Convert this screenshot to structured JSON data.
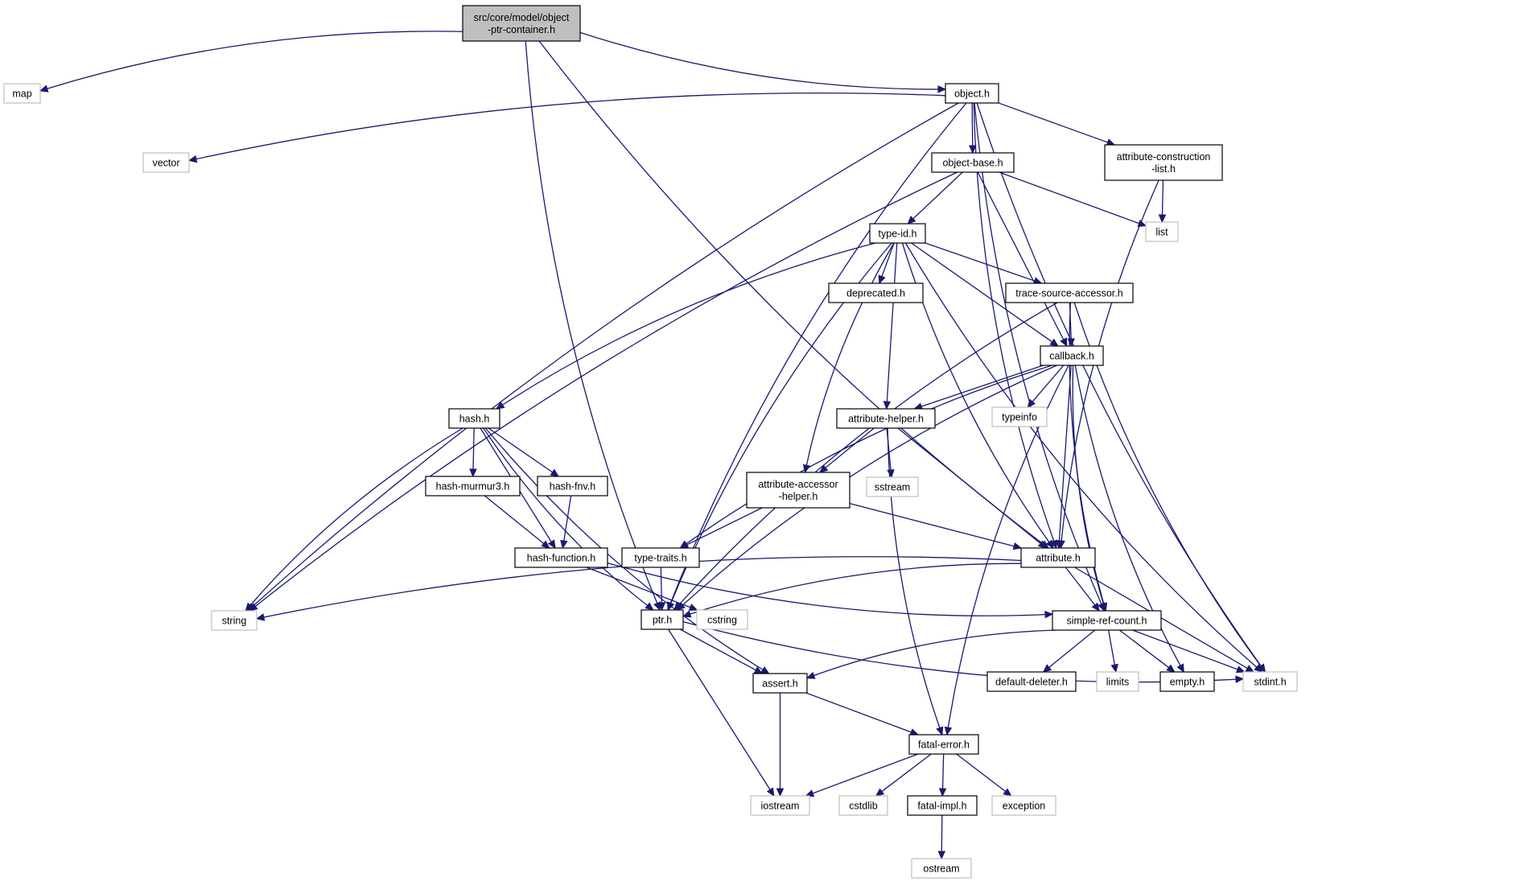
{
  "graph": {
    "colors": {
      "edge": "#191970",
      "root_fill": "#bfbfbf",
      "local_border": "#000000",
      "system_border": "#bfbfbf"
    },
    "nodes": [
      {
        "id": "root",
        "lines": [
          "src/core/model/object",
          "-ptr-container.h"
        ],
        "kind": "root"
      },
      {
        "id": "map",
        "lines": [
          "map"
        ],
        "kind": "system"
      },
      {
        "id": "object",
        "lines": [
          "object.h"
        ],
        "kind": "local"
      },
      {
        "id": "vector",
        "lines": [
          "vector"
        ],
        "kind": "system"
      },
      {
        "id": "object-base",
        "lines": [
          "object-base.h"
        ],
        "kind": "local"
      },
      {
        "id": "attr-constr",
        "lines": [
          "attribute-construction",
          "-list.h"
        ],
        "kind": "local"
      },
      {
        "id": "type-id",
        "lines": [
          "type-id.h"
        ],
        "kind": "local"
      },
      {
        "id": "list",
        "lines": [
          "list"
        ],
        "kind": "system"
      },
      {
        "id": "deprecated",
        "lines": [
          "deprecated.h"
        ],
        "kind": "local"
      },
      {
        "id": "trace-src",
        "lines": [
          "trace-source-accessor.h"
        ],
        "kind": "local"
      },
      {
        "id": "callback",
        "lines": [
          "callback.h"
        ],
        "kind": "local"
      },
      {
        "id": "hash",
        "lines": [
          "hash.h"
        ],
        "kind": "local"
      },
      {
        "id": "attr-helper",
        "lines": [
          "attribute-helper.h"
        ],
        "kind": "local"
      },
      {
        "id": "typeinfo",
        "lines": [
          "typeinfo"
        ],
        "kind": "system"
      },
      {
        "id": "murmur",
        "lines": [
          "hash-murmur3.h"
        ],
        "kind": "local"
      },
      {
        "id": "fnv",
        "lines": [
          "hash-fnv.h"
        ],
        "kind": "local"
      },
      {
        "id": "attr-acc",
        "lines": [
          "attribute-accessor",
          "-helper.h"
        ],
        "kind": "local"
      },
      {
        "id": "sstream",
        "lines": [
          "sstream"
        ],
        "kind": "system"
      },
      {
        "id": "hash-fn",
        "lines": [
          "hash-function.h"
        ],
        "kind": "local"
      },
      {
        "id": "type-traits",
        "lines": [
          "type-traits.h"
        ],
        "kind": "local"
      },
      {
        "id": "attribute",
        "lines": [
          "attribute.h"
        ],
        "kind": "local"
      },
      {
        "id": "string",
        "lines": [
          "string"
        ],
        "kind": "system"
      },
      {
        "id": "ptr",
        "lines": [
          "ptr.h"
        ],
        "kind": "local"
      },
      {
        "id": "cstring",
        "lines": [
          "cstring"
        ],
        "kind": "system"
      },
      {
        "id": "simple-ref",
        "lines": [
          "simple-ref-count.h"
        ],
        "kind": "local"
      },
      {
        "id": "assert",
        "lines": [
          "assert.h"
        ],
        "kind": "local"
      },
      {
        "id": "default-del",
        "lines": [
          "default-deleter.h"
        ],
        "kind": "local"
      },
      {
        "id": "limits",
        "lines": [
          "limits"
        ],
        "kind": "system"
      },
      {
        "id": "empty",
        "lines": [
          "empty.h"
        ],
        "kind": "local"
      },
      {
        "id": "stdint",
        "lines": [
          "stdint.h"
        ],
        "kind": "system"
      },
      {
        "id": "fatal-error",
        "lines": [
          "fatal-error.h"
        ],
        "kind": "local"
      },
      {
        "id": "iostream",
        "lines": [
          "iostream"
        ],
        "kind": "system"
      },
      {
        "id": "cstdlib",
        "lines": [
          "cstdlib"
        ],
        "kind": "system"
      },
      {
        "id": "fatal-impl",
        "lines": [
          "fatal-impl.h"
        ],
        "kind": "local"
      },
      {
        "id": "exception",
        "lines": [
          "exception"
        ],
        "kind": "system"
      },
      {
        "id": "ostream",
        "lines": [
          "ostream"
        ],
        "kind": "system"
      }
    ],
    "edges": [
      [
        "root",
        "map"
      ],
      [
        "root",
        "object"
      ],
      [
        "root",
        "ptr"
      ],
      [
        "root",
        "attribute"
      ],
      [
        "object",
        "vector"
      ],
      [
        "object",
        "object-base"
      ],
      [
        "object",
        "attr-constr"
      ],
      [
        "object",
        "string"
      ],
      [
        "object",
        "ptr"
      ],
      [
        "object",
        "attribute"
      ],
      [
        "object",
        "simple-ref"
      ],
      [
        "object",
        "stdint"
      ],
      [
        "object-base",
        "type-id"
      ],
      [
        "object-base",
        "list"
      ],
      [
        "object-base",
        "string"
      ],
      [
        "object-base",
        "callback"
      ],
      [
        "attr-constr",
        "list"
      ],
      [
        "attr-constr",
        "attribute"
      ],
      [
        "type-id",
        "deprecated"
      ],
      [
        "type-id",
        "trace-src"
      ],
      [
        "type-id",
        "callback"
      ],
      [
        "type-id",
        "hash"
      ],
      [
        "type-id",
        "attr-helper"
      ],
      [
        "type-id",
        "attr-acc"
      ],
      [
        "type-id",
        "attribute"
      ],
      [
        "type-id",
        "ptr"
      ],
      [
        "type-id",
        "stdint"
      ],
      [
        "trace-src",
        "callback"
      ],
      [
        "trace-src",
        "ptr"
      ],
      [
        "trace-src",
        "simple-ref"
      ],
      [
        "trace-src",
        "stdint"
      ],
      [
        "callback",
        "attr-helper"
      ],
      [
        "callback",
        "typeinfo"
      ],
      [
        "callback",
        "type-traits"
      ],
      [
        "callback",
        "ptr"
      ],
      [
        "callback",
        "attribute"
      ],
      [
        "callback",
        "simple-ref"
      ],
      [
        "callback",
        "empty"
      ],
      [
        "callback",
        "fatal-error"
      ],
      [
        "hash",
        "murmur"
      ],
      [
        "hash",
        "fnv"
      ],
      [
        "hash",
        "hash-fn"
      ],
      [
        "hash",
        "string"
      ],
      [
        "hash",
        "assert"
      ],
      [
        "hash",
        "ptr"
      ],
      [
        "murmur",
        "hash-fn"
      ],
      [
        "fnv",
        "hash-fn"
      ],
      [
        "attr-helper",
        "attr-acc"
      ],
      [
        "attr-helper",
        "sstream"
      ],
      [
        "attr-helper",
        "attribute"
      ],
      [
        "attr-helper",
        "fatal-error"
      ],
      [
        "attr-acc",
        "type-traits"
      ],
      [
        "attr-acc",
        "attribute"
      ],
      [
        "hash-fn",
        "cstring"
      ],
      [
        "hash-fn",
        "simple-ref"
      ],
      [
        "type-traits",
        "ptr"
      ],
      [
        "attribute",
        "string"
      ],
      [
        "attribute",
        "ptr"
      ],
      [
        "attribute",
        "simple-ref"
      ],
      [
        "attribute",
        "stdint"
      ],
      [
        "ptr",
        "assert"
      ],
      [
        "ptr",
        "iostream"
      ],
      [
        "ptr",
        "stdint"
      ],
      [
        "simple-ref",
        "assert"
      ],
      [
        "simple-ref",
        "default-del"
      ],
      [
        "simple-ref",
        "limits"
      ],
      [
        "simple-ref",
        "empty"
      ],
      [
        "simple-ref",
        "stdint"
      ],
      [
        "assert",
        "fatal-error"
      ],
      [
        "assert",
        "iostream"
      ],
      [
        "fatal-error",
        "iostream"
      ],
      [
        "fatal-error",
        "cstdlib"
      ],
      [
        "fatal-error",
        "fatal-impl"
      ],
      [
        "fatal-error",
        "exception"
      ],
      [
        "fatal-impl",
        "ostream"
      ]
    ]
  }
}
